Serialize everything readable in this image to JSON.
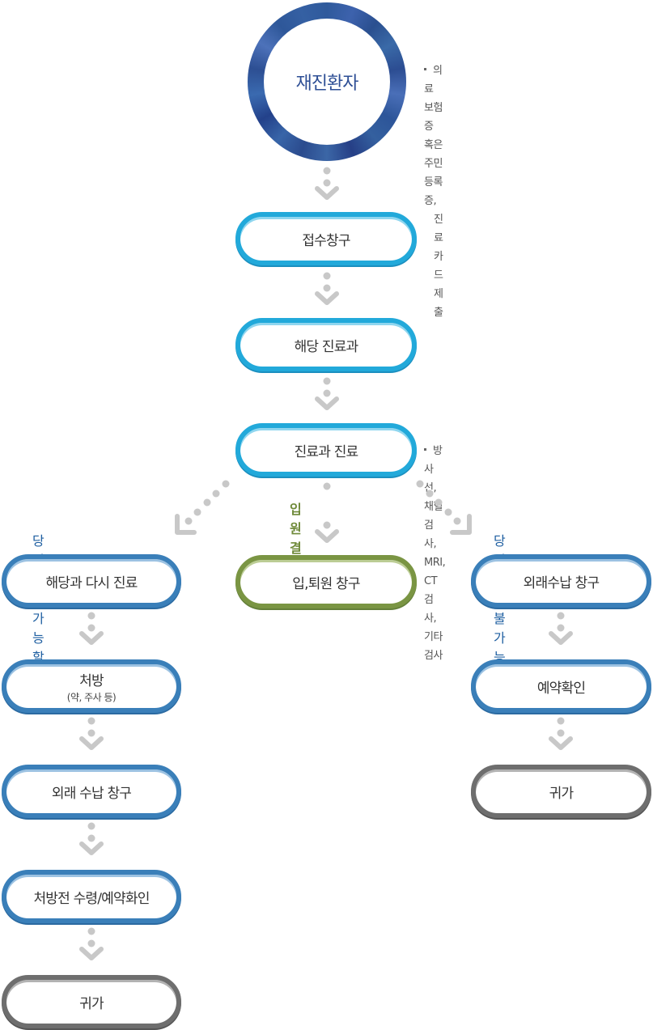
{
  "start": {
    "label": "재진환자",
    "note_line1": "의료 보험증 혹은 주민등록증,",
    "note_line2": "진료 카드 제출"
  },
  "main_flow": [
    {
      "label": "접수창구"
    },
    {
      "label": "해당 진료과"
    },
    {
      "label": "진료과 진료",
      "note": "방사선, 채혈 검사, MRI, CT 검사, 기타검사"
    }
  ],
  "branches": {
    "left": {
      "condition": "당일 결과 가능할 시",
      "steps": [
        {
          "label": "해당과 다시 진료"
        },
        {
          "label": "처방",
          "sub": "(약, 주사 등)"
        },
        {
          "label": "외래 수납 창구"
        },
        {
          "label": "처방전 수령/예약화인"
        },
        {
          "label": "귀가"
        }
      ]
    },
    "center": {
      "condition": "입원결정시",
      "steps": [
        {
          "label": "입,퇴원 창구"
        }
      ]
    },
    "right": {
      "condition": "당일 결과 불가능할 시",
      "steps": [
        {
          "label": "외래수납 창구"
        },
        {
          "label": "예약확인"
        },
        {
          "label": "귀가"
        }
      ]
    }
  },
  "colors": {
    "main_step": "#22a9da",
    "branch_step": "#3a7fb9",
    "admission_step": "#7a9543",
    "end_step": "#6e6e6e",
    "start_ring": "#2f5a9c",
    "connector": "#c8c8c8"
  }
}
